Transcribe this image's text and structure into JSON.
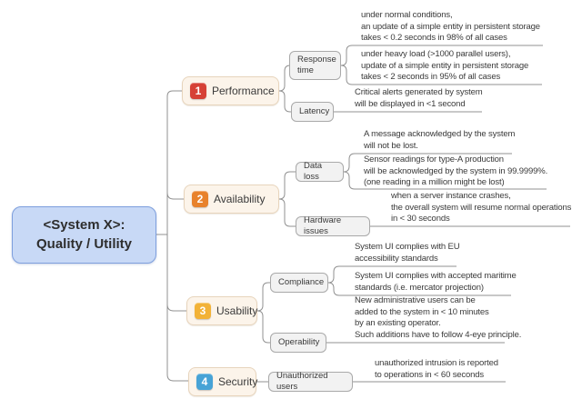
{
  "root": {
    "title": "<System X>:\nQuality / Utility"
  },
  "colors": {
    "root_fill": "#c8d9f6",
    "root_border": "#7e9fdd",
    "branch_fill": "#fcf4ea",
    "branch_border": "#e7d4bc",
    "subtopic_fill": "#f2f2f2",
    "subtopic_border": "#a9a9a9",
    "connector": "#909090",
    "badge_performance": "#d64136",
    "badge_availability": "#e8822c",
    "badge_usability": "#f2b237",
    "badge_security": "#47a3d6"
  },
  "branches": [
    {
      "number": "1",
      "label": "Performance",
      "badge_color": "#d64136",
      "children": [
        {
          "label": "Response time",
          "leaves": [
            {
              "text": "under normal conditions,\nan update of a simple entity in persistent storage\ntakes < 0.2 seconds in 98% of all cases"
            },
            {
              "text": "under heavy load (>1000 parallel users),\nupdate of a simple entity in persistent storage\ntakes < 2 seconds in 95% of all cases"
            }
          ]
        },
        {
          "label": "Latency",
          "leaves": [
            {
              "text": "Critical alerts generated by system\nwill be displayed in <1 second"
            }
          ]
        }
      ]
    },
    {
      "number": "2",
      "label": "Availability",
      "badge_color": "#e8822c",
      "children": [
        {
          "label": "Data loss",
          "leaves": [
            {
              "text": "A message acknowledged by the system\nwill not be lost."
            },
            {
              "text": "Sensor readings for type-A production\nwill be acknowledged by the system in 99.9999%.\n(one reading in a million might be lost)"
            }
          ]
        },
        {
          "label": "Hardware issues",
          "leaves": [
            {
              "text": "when a server instance crashes,\nthe overall system will resume normal operations\nin < 30 seconds"
            }
          ]
        }
      ]
    },
    {
      "number": "3",
      "label": "Usability",
      "badge_color": "#f2b237",
      "children": [
        {
          "label": "Compliance",
          "leaves": [
            {
              "text": "System UI complies with EU\naccessibility standards"
            },
            {
              "text": "System UI complies with accepted maritime\nstandards (i.e. mercator projection)"
            }
          ]
        },
        {
          "label": "Operability",
          "leaves": [
            {
              "text": "New administrative users can be\nadded to the system in < 10 minutes\nby an existing operator.\nSuch additions have to follow 4-eye principle."
            }
          ]
        }
      ]
    },
    {
      "number": "4",
      "label": "Security",
      "badge_color": "#47a3d6",
      "children": [
        {
          "label": "Unauthorized users",
          "leaves": [
            {
              "text": "unauthorized intrusion is reported\nto operations in < 60 seconds"
            }
          ]
        }
      ]
    }
  ]
}
